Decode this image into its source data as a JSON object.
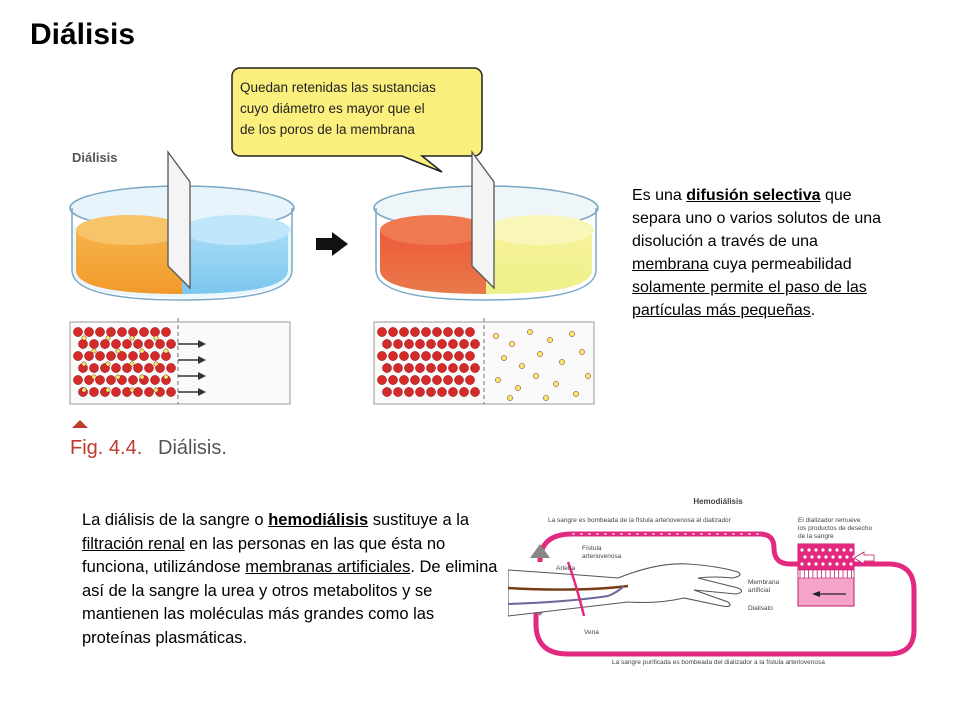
{
  "page": {
    "title": "Diálisis"
  },
  "figure_top": {
    "bubble_text": [
      "Quedan retenidas las sustancias",
      "cuyo diámetro es mayor que el",
      "de los poros de la membrana"
    ],
    "panel_label": "Diálisis",
    "caption_num": "Fig. 4.4.",
    "caption_text": "Diálisis."
  },
  "right_text": {
    "t1": "Es una ",
    "k1": "difusión selectiva",
    "t2": " que separa uno o varios solutos de una disolución a través de una ",
    "k2": "membrana",
    "t3": " cuya permeabilidad ",
    "k3": "solamente permite el paso de las partículas más pequeñas",
    "t4": "."
  },
  "bottom_text": {
    "t1": "La diálisis de la sangre o ",
    "k1": "hemodiálisis",
    "t2": " sustituye a la ",
    "k2": "filtración renal",
    "t3": " en las personas en las que ésta no funciona, utilizándose ",
    "k3": "membranas artificiales",
    "t4": ". De elimina así de la sangre la urea y otros metabolitos y se mantienen las moléculas más grandes como las proteínas plasmáticas."
  },
  "hemo_figure": {
    "title": "Hemodiálisis",
    "top_label": "La sangre es bombeada de la fístula arteriovenosa al dializador",
    "dializador_label": [
      "El dializador remueve",
      "los productos de desecho",
      "de la sangre"
    ],
    "fistula_label": [
      "Fístula",
      "arteriovenosa"
    ],
    "arteria_label": "Arteria",
    "vena_label": "Vena",
    "membrana_label": [
      "Membrana",
      "artificial"
    ],
    "dialisato_label": "Dialisato",
    "bottom_label": "La sangre purificada es bombeada del dializador a la fístula arteriovenosa"
  },
  "colors": {
    "magenta": "#e3287f",
    "pink_light": "#f5a3c8",
    "bubble": "#fbef7d",
    "orange": "#f0a030",
    "blue": "#8fd0f0",
    "red_particle": "#d52a2a",
    "yellow_particle": "#f2ec6a"
  }
}
